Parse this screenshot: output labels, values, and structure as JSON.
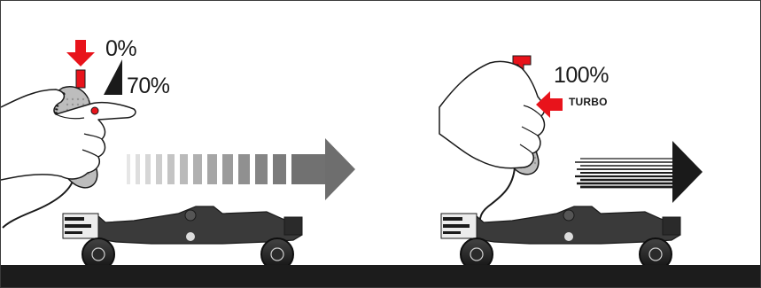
{
  "left_panel": {
    "label_start": "0%",
    "label_pressed": "70%"
  },
  "right_panel": {
    "label_full": "100%",
    "label_turbo": "TURBO"
  },
  "icons": {
    "hand": "hand-with-controller-icon",
    "press_arrow": "red-down-arrow-icon",
    "turbo_arrow": "red-left-arrow-icon",
    "car": "formula-one-car-icon",
    "speed_arrow": "speed-arrow-icon"
  },
  "colors": {
    "accent_red": "#e8131b",
    "controller_grey": "#bcbcbc",
    "car_dark": "#3a3a3a",
    "track": "#1c1c1c",
    "arrow_grey": "#6e6e6e"
  }
}
